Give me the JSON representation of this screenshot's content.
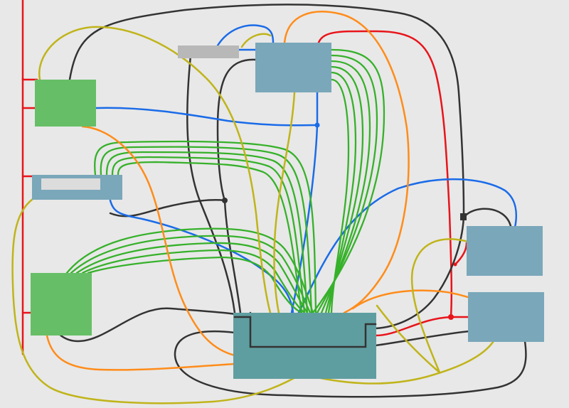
{
  "colors": {
    "background": "#e8e8e8",
    "green_block": "#66bf66",
    "blue_block": "#7aa7ba",
    "teal_block": "#5f9ea0",
    "grey_block": "#b8b8b8",
    "light_inset": "#dcdcdc",
    "red": "#e8141a",
    "black": "#333333",
    "blue": "#1a6be8",
    "green": "#36b12a",
    "orange": "#ff8c1a",
    "olive": "#c0b41a"
  },
  "blocks": [
    {
      "id": "green-block-top-left",
      "kind": "green_block"
    },
    {
      "id": "green-block-bottom-left",
      "kind": "green_block"
    },
    {
      "id": "blue-block-left-middle",
      "kind": "blue_block"
    },
    {
      "id": "grey-block-top",
      "kind": "grey_block"
    },
    {
      "id": "blue-block-top-center",
      "kind": "blue_block"
    },
    {
      "id": "blue-block-right-upper",
      "kind": "blue_block"
    },
    {
      "id": "blue-block-right-lower",
      "kind": "blue_block"
    },
    {
      "id": "teal-block-bottom-center",
      "kind": "teal_block"
    }
  ],
  "wire_colors": [
    "red",
    "black",
    "blue",
    "green",
    "orange",
    "olive"
  ]
}
